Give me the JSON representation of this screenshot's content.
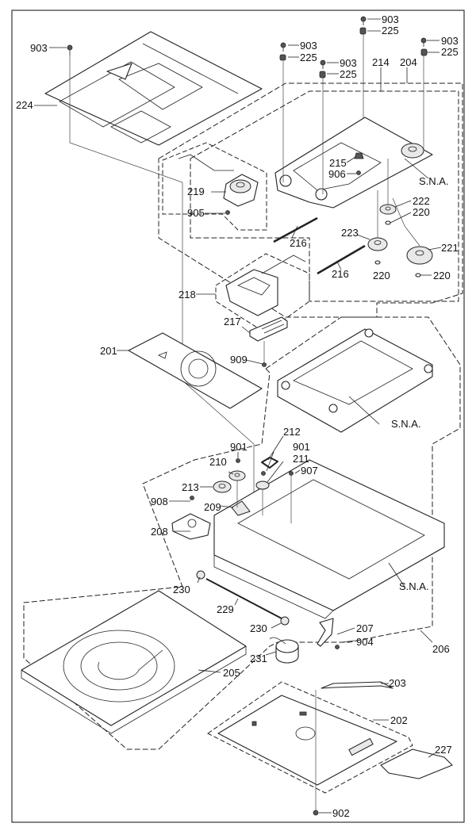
{
  "diagram": {
    "type": "exploded-parts-view",
    "subject": "disc drive mechanism assembly",
    "labels": {
      "l903a": "903",
      "l224": "224",
      "l903b": "903",
      "l225b": "225",
      "l903c": "903",
      "l225c": "225",
      "l903d": "903",
      "l225d": "225",
      "l903e": "903",
      "l225e": "225",
      "l214": "214",
      "l204": "204",
      "l215": "215",
      "l906": "906",
      "lsna1": "S.N.A.",
      "l219": "219",
      "l905": "905",
      "l222": "222",
      "l220a": "220",
      "l216a": "216",
      "l223": "223",
      "l221": "221",
      "l216b": "216",
      "l220b": "220",
      "l220c": "220",
      "l218": "218",
      "l217": "217",
      "l201": "201",
      "l909": "909",
      "lsna2": "S.N.A.",
      "l212": "212",
      "l901a": "901",
      "l901b": "901",
      "l210": "210",
      "l211": "211",
      "l907": "907",
      "l213": "213",
      "l908": "908",
      "l209": "209",
      "l208": "208",
      "lsna3": "S.N.A.",
      "l230a": "230",
      "l229": "229",
      "l230b": "230",
      "l207": "207",
      "l904": "904",
      "l206": "206",
      "l231": "231",
      "l205": "205",
      "l203": "203",
      "l202": "202",
      "l227": "227",
      "l902": "902"
    }
  }
}
